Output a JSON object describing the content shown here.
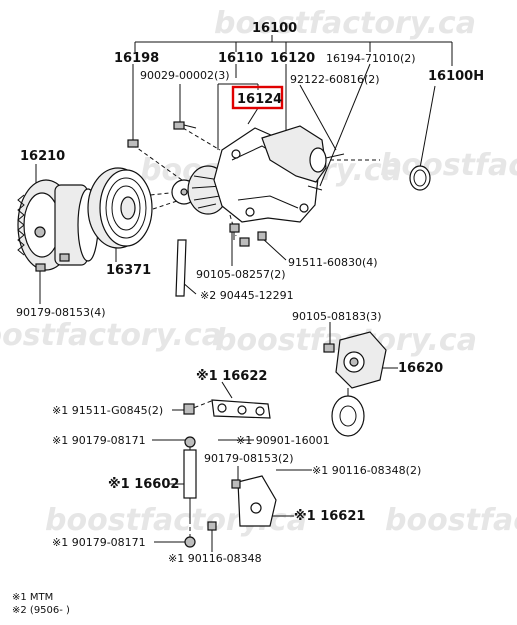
{
  "watermarks": [
    "boostfactory.ca",
    "boostfactory.ca",
    "boostfactory.ca",
    "boostfactory.ca",
    "boostfactory.ca",
    "boostfactory.ca",
    "boostfactory.ca"
  ],
  "labels": {
    "l16100": "16100",
    "l16198": "16198",
    "l16110": "16110",
    "l16120": "16120",
    "l16194": "16194-71010(2)",
    "l90029": "90029-00002(3)",
    "l92122": "92122-60816(2)",
    "l16100h": "16100H",
    "l16124": "16124",
    "l16210": "16210",
    "l16371": "16371",
    "l90105a": "90105-08257(2)",
    "l91511a": "91511-60830(4)",
    "l90445": "※2 90445-12291",
    "l90179a": "90179-08153(4)",
    "l90105b": "90105-08183(3)",
    "l16620": "16620",
    "l16622": "※1 16622",
    "l91511b": "※1 91511-G0845(2)",
    "l90179b": "※1 90179-08171",
    "l90901": "※1 90901-16001",
    "l90179c": "90179-08153(2)",
    "l90116a": "※1 90116-08348(2)",
    "l16602": "※1 16602",
    "l16621": "※1 16621",
    "l90179d": "※1 90179-08171",
    "l90116b": "※1 90116-08348"
  },
  "legend": {
    "note1": "※1  MTM",
    "note2": "※2  (9506-        )"
  },
  "colors": {
    "highlight": "#e00000",
    "watermark": "#e6e6e6"
  }
}
